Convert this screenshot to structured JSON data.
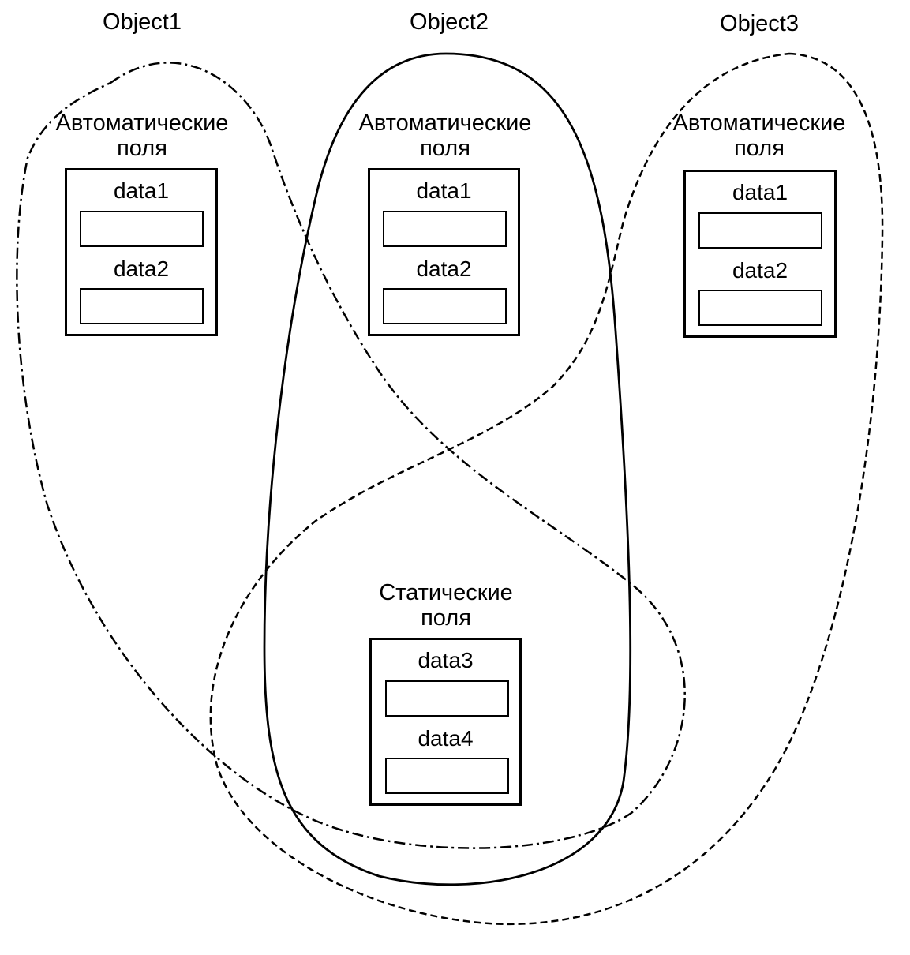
{
  "objects": [
    {
      "title": "Object1",
      "heading": "Автоматические\nполя",
      "fields": [
        "data1",
        "data2"
      ],
      "outline": "dash-dot"
    },
    {
      "title": "Object2",
      "heading": "Автоматические\nполя",
      "fields": [
        "data1",
        "data2"
      ],
      "outline": "solid"
    },
    {
      "title": "Object3",
      "heading": "Автоматические\nполя",
      "fields": [
        "data1",
        "data2"
      ],
      "outline": "dashed"
    }
  ],
  "static": {
    "heading": "Статические\nполя",
    "fields": [
      "data3",
      "data4"
    ]
  }
}
